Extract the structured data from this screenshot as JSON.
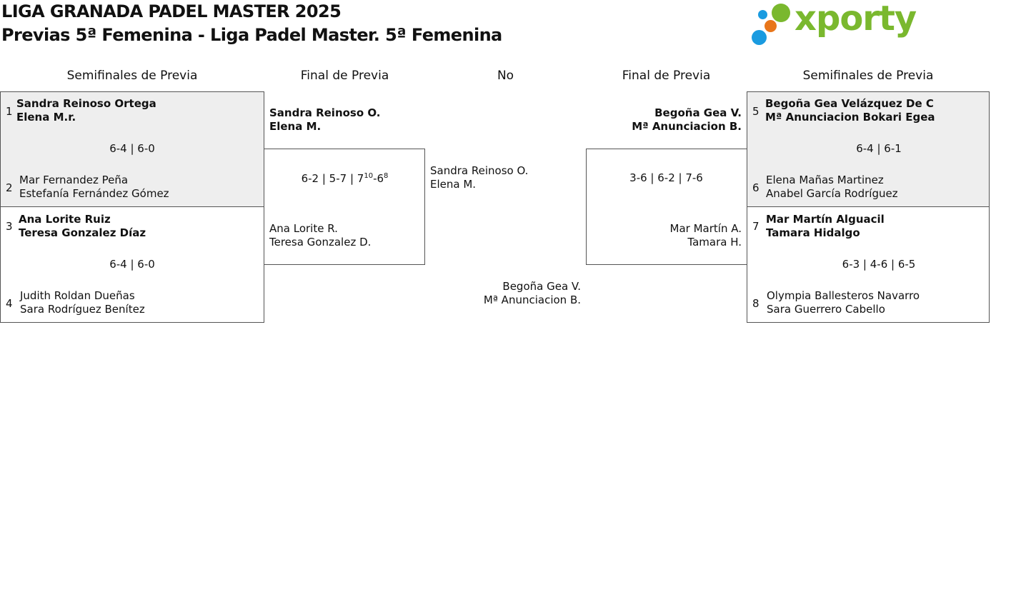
{
  "header": {
    "title": "LIGA GRANADA PADEL MASTER 2025",
    "subtitle": "Previas 5ª Femenina - Liga Padel Master. 5ª Femenina",
    "logo_text": "xporty"
  },
  "colors": {
    "logo_green": "#7ab82e",
    "logo_blue": "#1a9be0",
    "logo_orange": "#e8761a",
    "panel_grey": "#eeeeee"
  },
  "rounds": [
    "Semifinales de Previa",
    "Final de Previa",
    "No",
    "Final de Previa",
    "Semifinales de Previa"
  ],
  "left_semis": [
    {
      "seed_a": "1",
      "a1": "Sandra Reinoso Ortega",
      "a2": "Elena M.r.",
      "score": "6-4 | 6-0",
      "seed_b": "2",
      "b1": "Mar Fernandez Peña",
      "b2": "Estefanía Fernández Gómez"
    },
    {
      "seed_a": "3",
      "a1": "Ana Lorite Ruiz",
      "a2": "Teresa Gonzalez Díaz",
      "score": "6-4 | 6-0",
      "seed_b": "4",
      "b1": "Judith Roldan Dueñas",
      "b2": "Sara Rodríguez Benítez"
    }
  ],
  "left_final": {
    "top1": "Sandra Reinoso O.",
    "top2": "Elena M.",
    "score_main": "6-2 | 5-7 | 7",
    "tb1": "10",
    "dash": "-6",
    "tb2": "8",
    "bot1": "Ana Lorite R.",
    "bot2": "Teresa Gonzalez D."
  },
  "center": {
    "top1": "Sandra Reinoso O.",
    "top2": "Elena M.",
    "bot1": "Begoña Gea V.",
    "bot2": "Mª Anunciacion B."
  },
  "right_final": {
    "top1": "Begoña Gea V.",
    "top2": "Mª Anunciacion B.",
    "score": "3-6 | 6-2 | 7-6",
    "bot1": "Mar Martín A.",
    "bot2": "Tamara H."
  },
  "right_semis": [
    {
      "seed_a": "5",
      "a1": "Begoña Gea Velázquez De C",
      "a2": "Mª Anunciacion Bokari Egea",
      "score": "6-4 | 6-1",
      "seed_b": "6",
      "b1": "Elena Mañas Martinez",
      "b2": "Anabel García Rodríguez"
    },
    {
      "seed_a": "7",
      "a1": "Mar Martín Alguacil",
      "a2": "Tamara Hidalgo",
      "score": "6-3 | 4-6 | 6-5",
      "seed_b": "8",
      "b1": "Olympia Ballesteros Navarro",
      "b2": "Sara Guerrero Cabello"
    }
  ]
}
